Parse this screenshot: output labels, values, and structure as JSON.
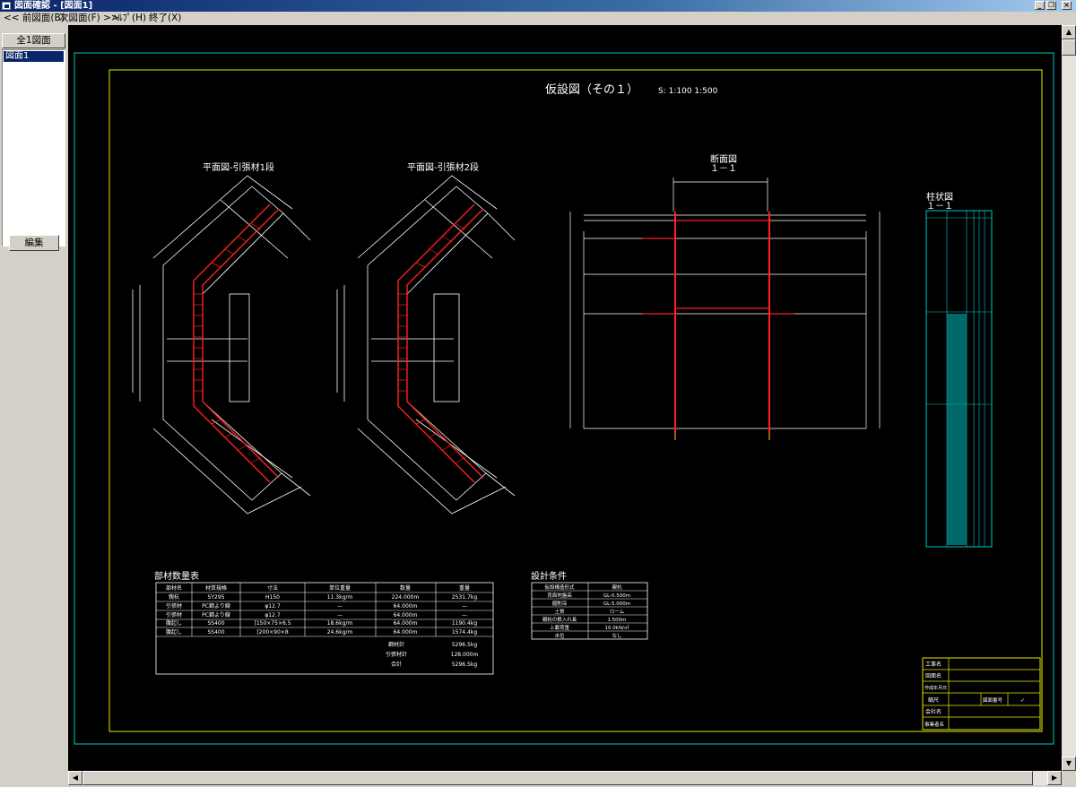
{
  "window": {
    "title": "図面確認 - [図面1]",
    "minimize": "_",
    "restore": "❐",
    "close": "×"
  },
  "menu": {
    "prev": "<< 前図面(B)",
    "next": "次図面(F) >>",
    "help": "ﾍﾙﾌﾟ(H)",
    "exit": "終了(X)"
  },
  "sidebar": {
    "all_button": "全1図面",
    "items": [
      "図面1"
    ],
    "edit_button": "編集"
  },
  "drawing": {
    "title": "仮設図（その１）",
    "scale": "S: 1:100 1:500",
    "plan1_title": "平面図-引張材1段",
    "plan2_title": "平面図-引張材2段",
    "section_title": "断面図",
    "section_sub": "１－１",
    "column_title": "柱状図",
    "column_sub": "１－１",
    "materials_title": "部材数量表",
    "materials_headers": [
      "部材名",
      "材質規格",
      "寸法",
      "単位重量",
      "数量",
      "重量"
    ],
    "materials_rows": [
      [
        "親杭",
        "SY295",
        "H150",
        "11.3kg/m",
        "224.000m",
        "2531.7kg"
      ],
      [
        "引張材",
        "PC鋼より線",
        "φ12.7",
        "—",
        "64.000m",
        "—"
      ],
      [
        "引張材",
        "PC鋼より線",
        "φ12.7",
        "—",
        "64.000m",
        "—"
      ],
      [
        "腹起し",
        "SS400",
        "[150×75×6.5",
        "18.6kg/m",
        "64.000m",
        "1190.4kg"
      ],
      [
        "腹起し",
        "SS400",
        "[200×90×8",
        "24.6kg/m",
        "64.000m",
        "1574.4kg"
      ]
    ],
    "totals": [
      [
        "鋼材計",
        "5296.5kg"
      ],
      [
        "引張材計",
        "128.000m"
      ],
      [
        "合計",
        "5296.5kg"
      ]
    ],
    "design_title": "設計条件",
    "design_rows": [
      [
        "仮設構造形式",
        "親杭"
      ],
      [
        "背面地盤高",
        "GL-0.500m"
      ],
      [
        "掘削深",
        "GL-5.000m"
      ],
      [
        "土質",
        "ローム"
      ],
      [
        "親杭の根入れ長",
        "1.500m"
      ],
      [
        "上載荷重",
        "10.0kN/㎡"
      ],
      [
        "水位",
        "なし"
      ]
    ],
    "titleblock": [
      [
        "工事名",
        ""
      ],
      [
        "図面名",
        ""
      ],
      [
        "作成年月日",
        ""
      ],
      [
        "縮尺",
        ""
      ],
      [
        "会社名",
        ""
      ],
      [
        "事業者名",
        ""
      ]
    ],
    "titleblock_extra": {
      "label": "図面番号",
      "value": "✓"
    }
  },
  "colors": {
    "canvas": "#000000",
    "frame": "#00c8c8",
    "border": "#e8e800",
    "steel": "#ff2020",
    "text": "#ffffff",
    "titlebar": "#0a246a"
  }
}
